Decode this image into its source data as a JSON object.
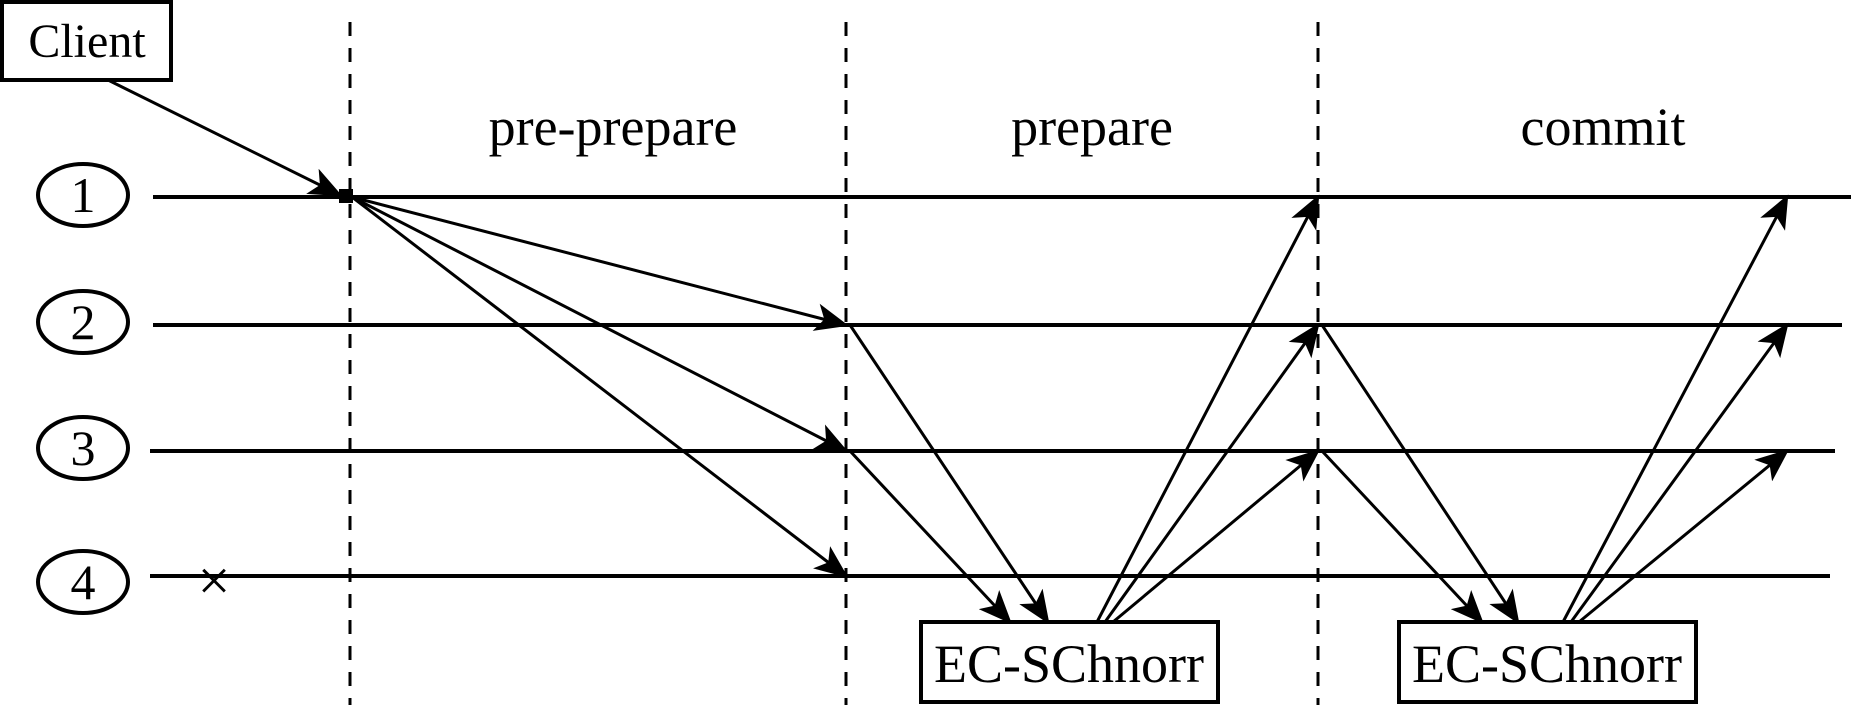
{
  "client": {
    "label": "Client"
  },
  "phases": [
    {
      "label": "pre-prepare"
    },
    {
      "label": "prepare"
    },
    {
      "label": "commit"
    }
  ],
  "nodes": [
    {
      "label": "1"
    },
    {
      "label": "2"
    },
    {
      "label": "3"
    },
    {
      "label": "4",
      "failed": true,
      "failure_mark": "×"
    }
  ],
  "aggregators": [
    {
      "label": "EC-SChnorr"
    },
    {
      "label": "EC-SChnorr"
    }
  ],
  "colors": {
    "ink": "#000000",
    "background": "#ffffff"
  }
}
